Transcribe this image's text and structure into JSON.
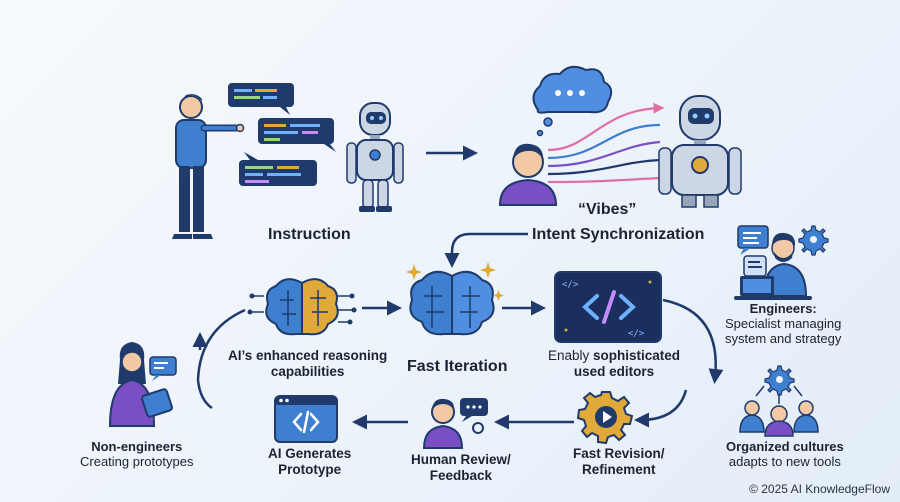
{
  "top": {
    "instruction_label": "Instruction",
    "vibes_label": "“Vibes”",
    "intent_label": "Intent Synchronization"
  },
  "cycle": {
    "ai_reasoning": [
      "AI’s enhanced reasoning",
      "capabilities"
    ],
    "fast_iteration": "Fast Iteration",
    "editors_prefix": "Enably ",
    "editors_bold": "sophisticated",
    "editors_line2": "used editors",
    "fast_revision": [
      "Fast Revision/",
      "Refinement"
    ],
    "human_review": [
      "Human Review/",
      "Feedback"
    ],
    "ai_generates": [
      "AI Generates",
      "Prototype"
    ]
  },
  "side": {
    "engineers_title": "Engineers:",
    "engineers_desc": [
      "Specialist managing",
      "system and strategy"
    ],
    "organized": [
      "Organized cultures",
      "adapts to new tools"
    ],
    "non_engineers_title": "Non-engineers",
    "non_engineers_desc": "Creating prototypes"
  },
  "footer": {
    "copyright": "© 2025 AI KnowledgeFlow"
  },
  "colors": {
    "navy": "#1f3a6b",
    "blue": "#3f7fd0",
    "gold": "#e0a93a",
    "purple": "#7a4fc4",
    "robot": "#aab6cc"
  }
}
